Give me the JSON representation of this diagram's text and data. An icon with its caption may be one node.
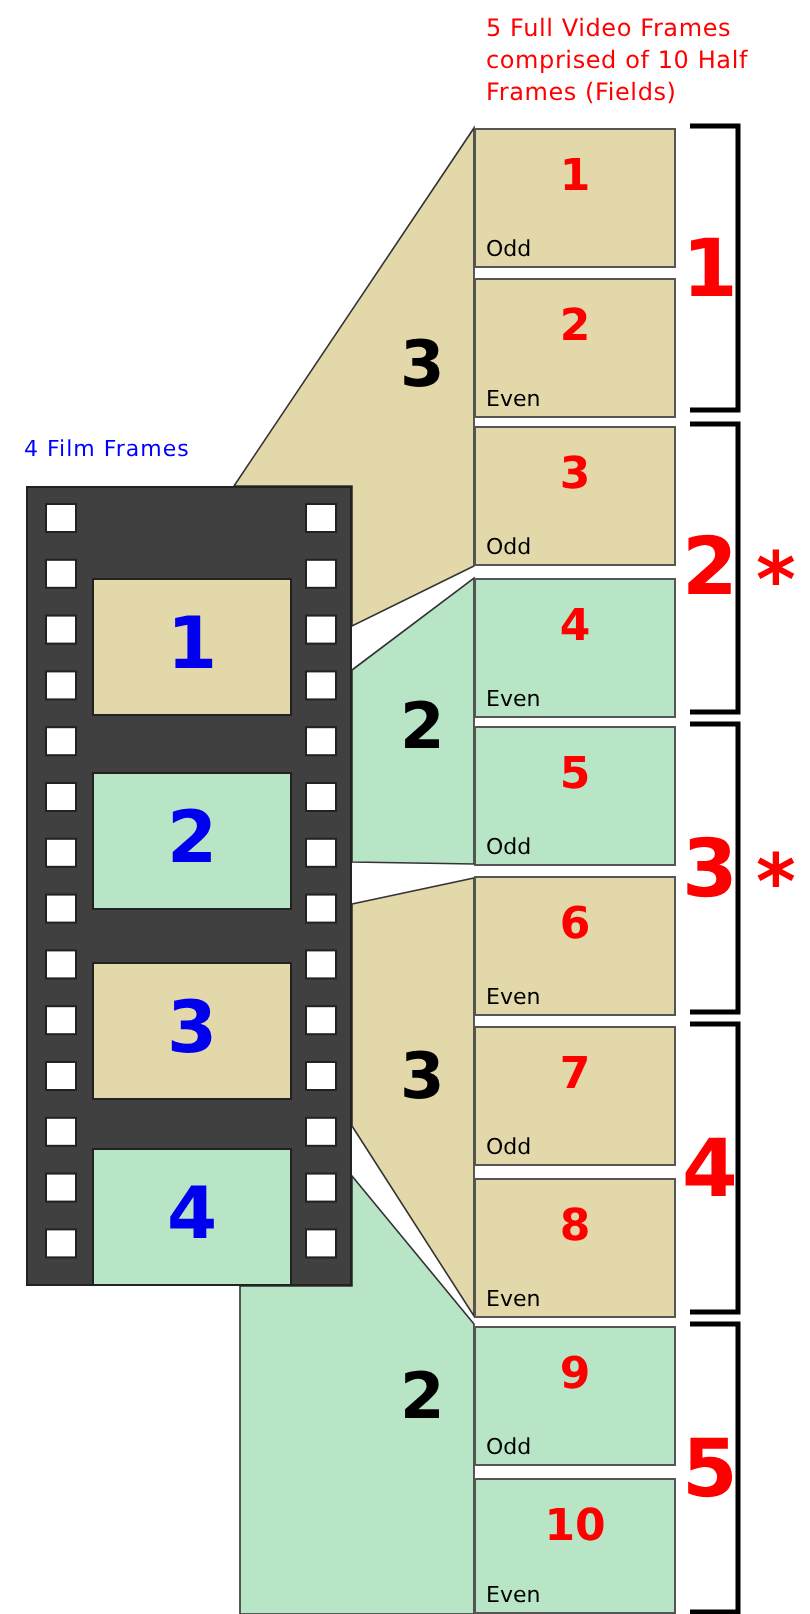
{
  "diagram": {
    "nodes": [
      {
        "text": [
          "4 Film Frames"
        ]
      },
      {
        "text": [
          "1"
        ],
        "in": 0
      },
      {
        "text": [
          "2"
        ],
        "in": 0
      },
      {
        "text": [
          "3"
        ],
        "in": 0
      },
      {
        "text": [
          "4"
        ],
        "in": 0
      },
      {
        "text": [
          "1",
          "Odd"
        ]
      },
      {
        "text": [
          "2",
          "Even"
        ]
      },
      {
        "text": [
          "3",
          "Odd"
        ]
      },
      {
        "text": [
          "4",
          "Even"
        ]
      },
      {
        "text": [
          "5",
          "Odd"
        ]
      },
      {
        "text": [
          "6",
          "Even"
        ]
      },
      {
        "text": [
          "7",
          "Odd"
        ]
      },
      {
        "text": [
          "8",
          "Even"
        ]
      },
      {
        "text": [
          "9",
          "Odd"
        ]
      },
      {
        "text": [
          "10",
          "Even"
        ]
      }
    ],
    "labels": [
      "5 Full Video Frames comprised of 10 Half Frames (Fields)",
      "1",
      "3",
      "2",
      "*",
      "2",
      "3",
      "*",
      "3",
      "4",
      "2",
      "5"
    ]
  }
}
